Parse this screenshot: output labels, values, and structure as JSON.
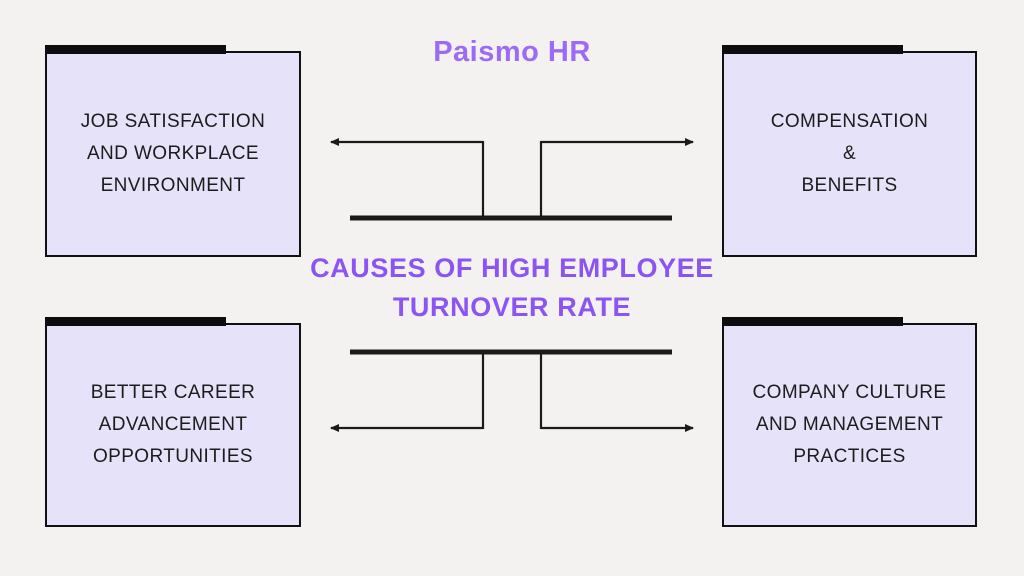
{
  "page": {
    "brand": "Paismo HR",
    "colors": {
      "bg": "#f4f2f1",
      "brand_purple": "#9d6bf3",
      "title_purple": "#8c55f2",
      "box_fill": "#e6e2f9",
      "box_border": "#111111",
      "connector_black": "#1a1a1a"
    }
  },
  "center": {
    "title_lines": [
      "CAUSES OF HIGH EMPLOYEE",
      "TURNOVER RATE"
    ]
  },
  "boxes": [
    {
      "id": "top-left",
      "lines": [
        "JOB SATISFACTION",
        "AND WORKPLACE",
        "ENVIRONMENT"
      ]
    },
    {
      "id": "top-right",
      "lines": [
        "COMPENSATION",
        "&",
        "BENEFITS"
      ]
    },
    {
      "id": "bottom-left",
      "lines": [
        "BETTER CAREER",
        "ADVANCEMENT",
        "OPPORTUNITIES"
      ]
    },
    {
      "id": "bottom-right",
      "lines": [
        "COMPANY CULTURE",
        "AND MANAGEMENT",
        "PRACTICES"
      ]
    }
  ]
}
